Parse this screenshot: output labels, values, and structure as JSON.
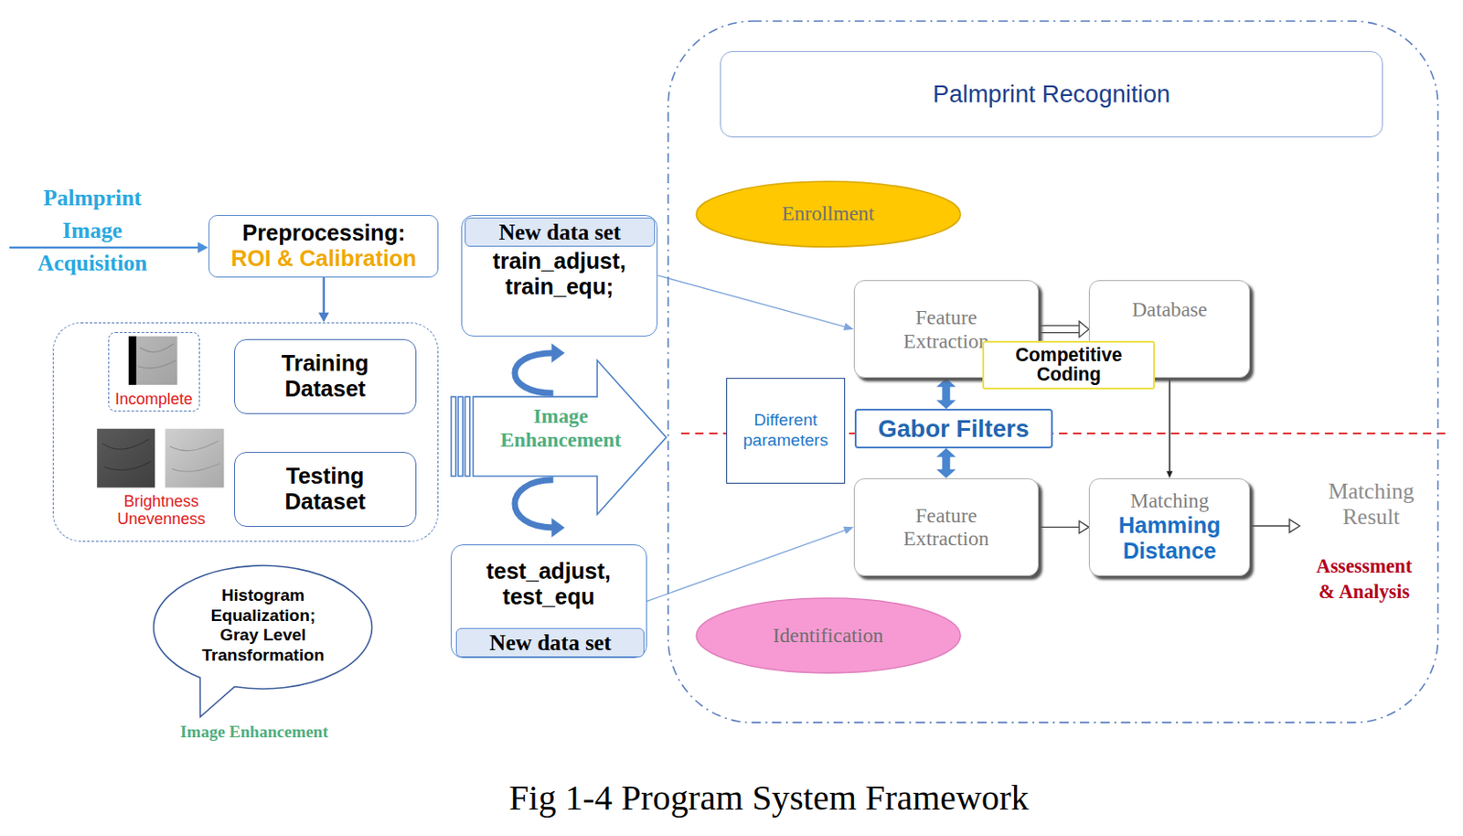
{
  "diagram": {
    "caption": "Fig 1-4 Program System Framework",
    "nodes": [
      {
        "text": [
          "Preprocessing:",
          "ROI & Calibration"
        ]
      },
      {
        "text": [
          "Brightness Unevenness"
        ]
      },
      {
        "text": [
          "Incomplete"
        ],
        "in": 1
      },
      {
        "text": [
          "Training Dataset"
        ],
        "in": 1
      },
      {
        "text": [
          "Testing Dataset"
        ],
        "in": 1
      },
      {
        "text": [
          "train_adjust, train_equ;"
        ]
      },
      {
        "text": [
          "New data set"
        ],
        "in": 5
      },
      {
        "text": [
          "Image Enhancement"
        ]
      },
      {
        "text": [
          "test_adjust, test_equ"
        ]
      },
      {
        "text": [
          "New data set"
        ],
        "in": 8
      },
      {
        "text": [
          "Histogram Equalization; Gray Level Transformation",
          "Image Enhancement"
        ]
      },
      {
        "text": [
          "Matching Result",
          "Assessment & Analysis"
        ]
      },
      {
        "text": [
          "Palmprint Recognition"
        ],
        "in": 11
      },
      {
        "text": [
          "Enrollment"
        ],
        "in": 11
      },
      {
        "text": [
          "Feature Extraction"
        ],
        "in": 11
      },
      {
        "text": [
          "Database"
        ],
        "in": 11
      },
      {
        "text": [
          "Competitive Coding"
        ],
        "in": 11
      },
      {
        "text": [
          "Different parameters"
        ],
        "in": 11
      },
      {
        "text": [
          "Gabor Filters"
        ],
        "in": 11
      },
      {
        "text": [
          "Feature Extraction"
        ],
        "in": 11
      },
      {
        "text": [
          "Matching",
          "Hamming Distance"
        ],
        "in": 11
      },
      {
        "text": [
          "Identification"
        ],
        "in": 11
      }
    ],
    "edges": [
      {
        "from": 0,
        "to": 1,
        "arrow": "to"
      },
      {
        "from": 7,
        "to": 5,
        "arrow": "to"
      },
      {
        "from": 7,
        "to": 8,
        "arrow": "to"
      },
      {
        "from": 5,
        "to": 14,
        "arrow": "to"
      },
      {
        "from": 8,
        "to": 19,
        "arrow": "to"
      },
      {
        "from": 14,
        "to": 15,
        "arrow": "to"
      },
      {
        "from": 15,
        "to": 20,
        "arrow": "to"
      },
      {
        "from": 19,
        "to": 20,
        "arrow": "to"
      },
      {
        "from": 14,
        "to": 18,
        "arrow": "both"
      },
      {
        "from": 18,
        "to": 19,
        "arrow": "both"
      }
    ],
    "labels": [
      "Palmprint Image Acquisition"
    ]
  }
}
